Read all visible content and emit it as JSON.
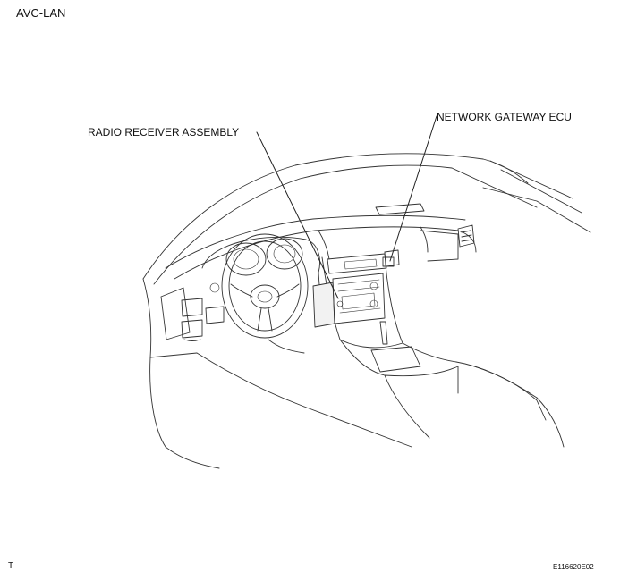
{
  "title": "AVC-LAN",
  "labels": {
    "radio_receiver": "RADIO RECEIVER ASSEMBLY",
    "network_gateway": "NETWORK GATEWAY ECU"
  },
  "footer": {
    "marker": "T",
    "figure_code": "E116620E02"
  },
  "colors": {
    "line": "#333333",
    "background": "#ffffff"
  }
}
